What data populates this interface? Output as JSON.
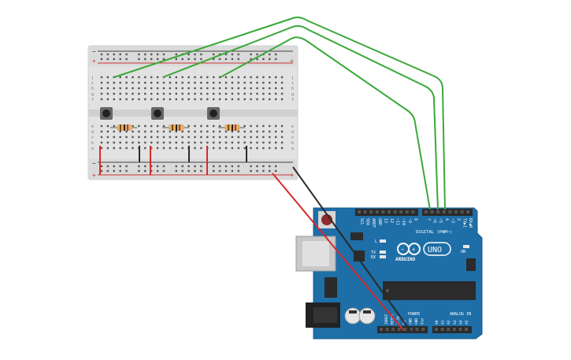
{
  "arduino": {
    "logo_text": "ARDUINO",
    "model": "UNO",
    "digital_header": "DIGITAL (PWM~)",
    "analog_header": "ANALOG IN",
    "power_header": "POWER",
    "on_label": "ON",
    "led_l": "L",
    "led_tx": "TX",
    "led_rx": "RX",
    "top_pins": [
      "SCL",
      "SDA",
      "AREF",
      "GND",
      "13",
      "12",
      "~11",
      "~10",
      "~9",
      "8",
      "7",
      "~6",
      "~5",
      "4",
      "~3",
      "2",
      "TX▶1",
      "RX◀0"
    ],
    "power_pins": [
      "IOREF",
      "RESET",
      "3.3V",
      "5V",
      "GND",
      "GND",
      "Vin"
    ],
    "analog_pins": [
      "A0",
      "A1",
      "A2",
      "A3",
      "A4",
      "A5"
    ]
  },
  "breadboard": {
    "row_letters_top": [
      "j",
      "i",
      "h",
      "g",
      "f"
    ],
    "row_letters_bottom": [
      "e",
      "d",
      "c",
      "b",
      "a"
    ],
    "column_count": 30,
    "rail_plus": "+",
    "rail_minus": "−"
  },
  "colors": {
    "board": "#1e6ea7",
    "board_dark": "#17598a",
    "breadboard": "#e4e4e4",
    "green_wire": "#3aa83a",
    "red_wire": "#d42b2b",
    "black_wire": "#2a2a2a",
    "rail_red": "#cc3333",
    "rail_black": "#333333"
  }
}
